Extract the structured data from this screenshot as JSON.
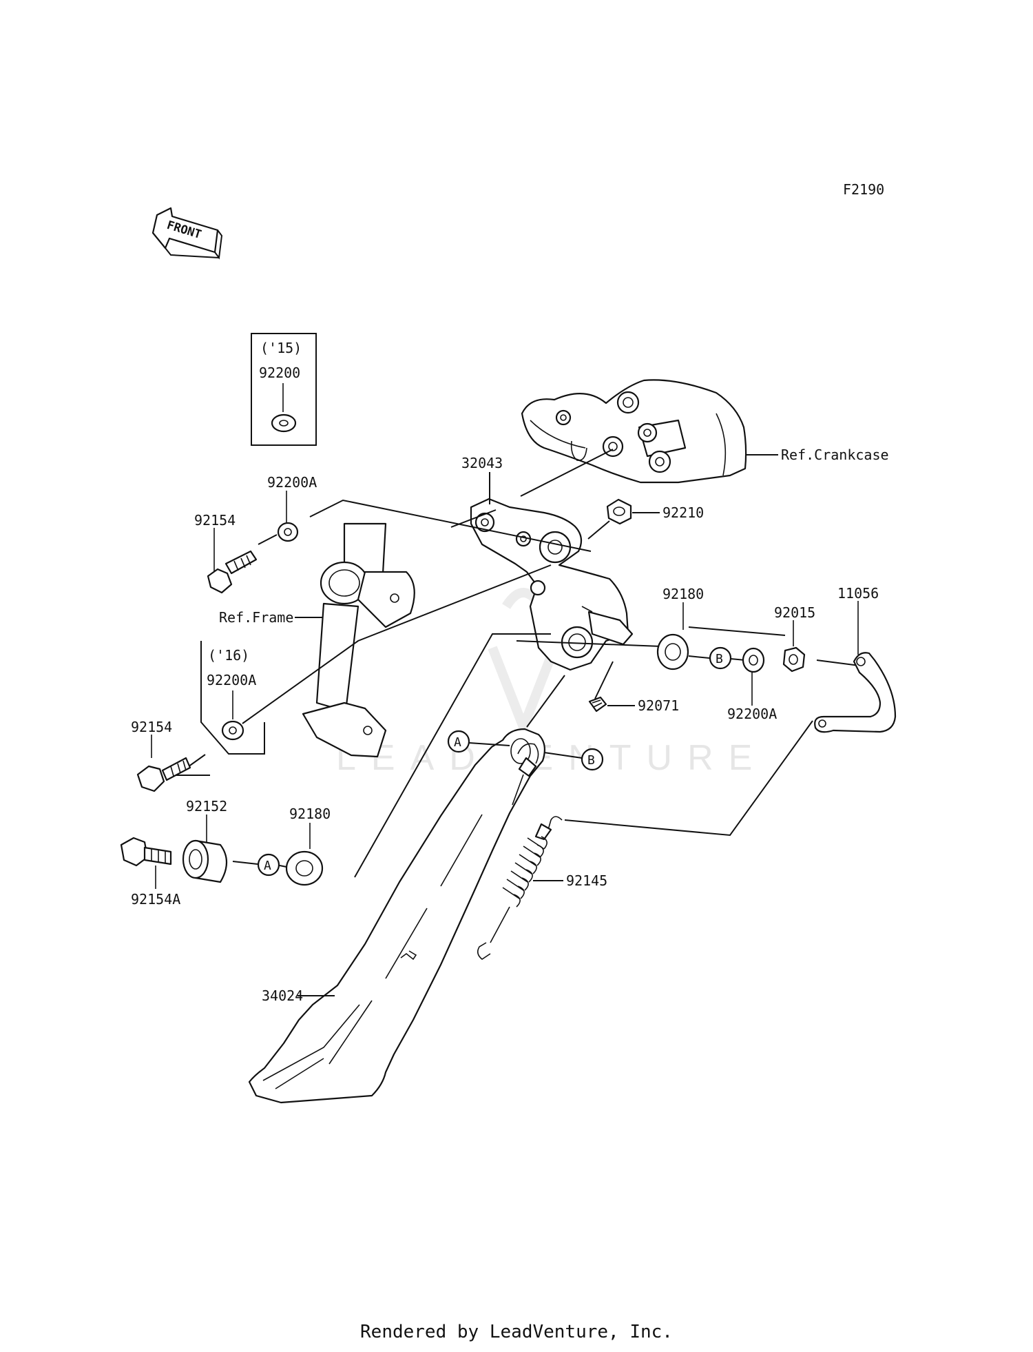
{
  "figure_code": "F2190",
  "front_arrow": {
    "text": "FRONT"
  },
  "watermark": "LEADVENTURE",
  "footer": "Rendered by LeadVenture, Inc.",
  "boxes": {
    "box_15": {
      "year": "('15)",
      "part": "92200"
    },
    "box_16": {
      "year": "('16)",
      "part": "92200A"
    }
  },
  "labels": {
    "p32043": "32043",
    "p92200A_top": "92200A",
    "p92154_top": "92154",
    "p92210": "92210",
    "ref_crankcase": "Ref.Crankcase",
    "ref_frame": "Ref.Frame",
    "p92180_right": "92180",
    "p92015": "92015",
    "p11056": "11056",
    "p92071": "92071",
    "p92200A_right": "92200A",
    "p92154_mid": "92154",
    "p92152": "92152",
    "p92180_left": "92180",
    "p92154A": "92154A",
    "p92145": "92145",
    "p34024": "34024"
  },
  "markers": {
    "a": "A",
    "b": "B"
  }
}
